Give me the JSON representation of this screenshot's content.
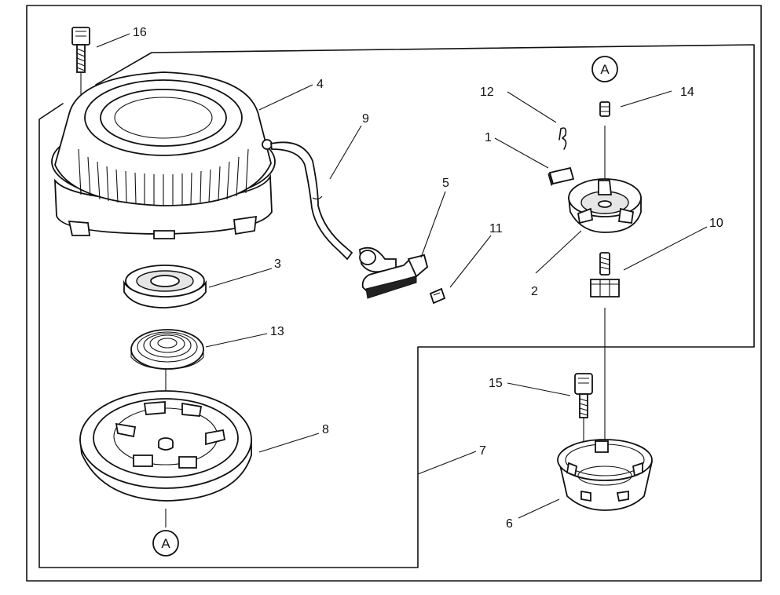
{
  "labels": {
    "p1": "1",
    "p2": "2",
    "p3": "3",
    "p4": "4",
    "p5": "5",
    "p6": "6",
    "p7": "7",
    "p8": "8",
    "p9": "9",
    "p10": "10",
    "p11": "11",
    "p12": "12",
    "p13": "13",
    "p14": "14",
    "p15": "15",
    "p16": "16"
  },
  "reference_markers": {
    "top": "A",
    "bottom": "A"
  }
}
